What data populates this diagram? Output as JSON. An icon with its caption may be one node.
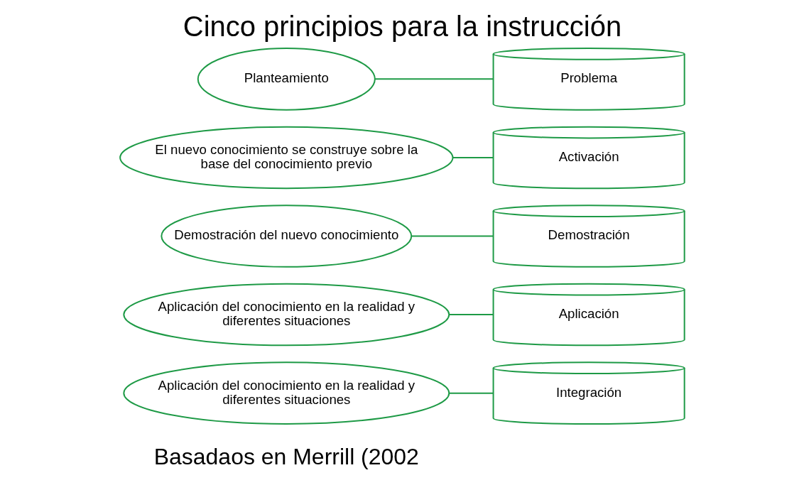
{
  "diagram": {
    "title": "Cinco principios para la instrucción",
    "labels": [
      "Basadaos en Merrill (2002"
    ],
    "nodes": [
      {
        "text": [
          "Aplicación del conocimiento en la realidad y diferentes situaciones"
        ]
      },
      {
        "text": [
          "Integración"
        ]
      },
      {
        "text": [
          "Aplicación del conocimiento en la realidad y diferentes situaciones"
        ]
      },
      {
        "text": [
          "Aplicación"
        ]
      },
      {
        "text": [
          "Demostración del nuevo conocimiento"
        ]
      },
      {
        "text": [
          "Demostración"
        ]
      },
      {
        "text": [
          "El nuevo conocimiento se construye sobre la base del conocimiento previo"
        ]
      },
      {
        "text": [
          "Activación"
        ]
      },
      {
        "text": [
          "Planteamiento"
        ]
      },
      {
        "text": [
          "Problema"
        ]
      }
    ],
    "edges": [
      {
        "from": 0,
        "to": 1,
        "arrow": "none"
      },
      {
        "from": 2,
        "to": 3,
        "arrow": "none"
      },
      {
        "from": 4,
        "to": 5,
        "arrow": "none"
      },
      {
        "from": 6,
        "to": 7,
        "arrow": "none"
      },
      {
        "from": 8,
        "to": 9,
        "arrow": "none"
      }
    ]
  }
}
